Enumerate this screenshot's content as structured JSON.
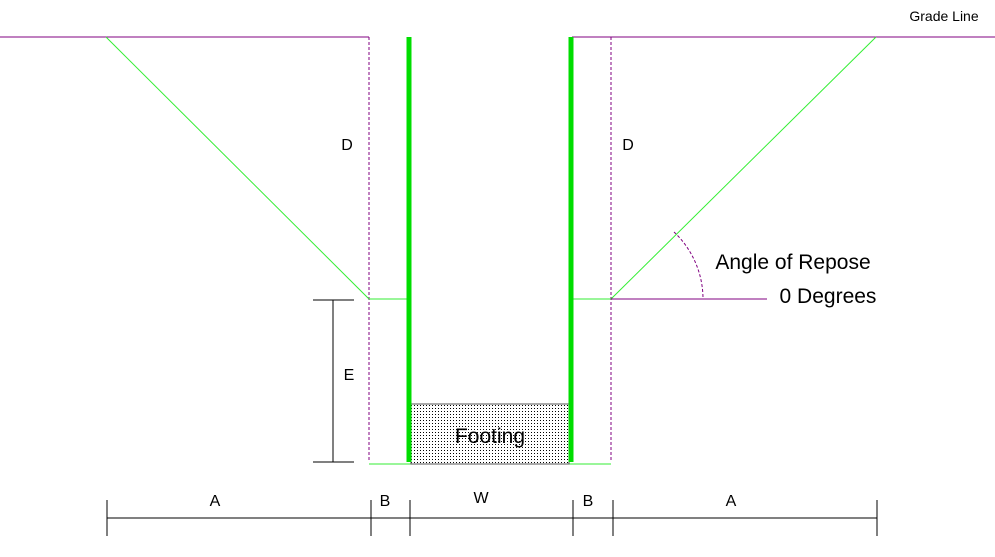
{
  "labels": {
    "grade_line": "Grade Line",
    "angle_of_repose": "Angle of Repose",
    "zero_degrees": "0 Degrees",
    "footing": "Footing",
    "d_left": "D",
    "d_right": "D",
    "e": "E",
    "a_left": "A",
    "b_left": "B",
    "w": "W",
    "b_right": "B",
    "a_right": "A"
  },
  "colors": {
    "grade": "#800080",
    "slope": "#33ee33",
    "wall": "#00dd00",
    "dimension": "#000000"
  }
}
